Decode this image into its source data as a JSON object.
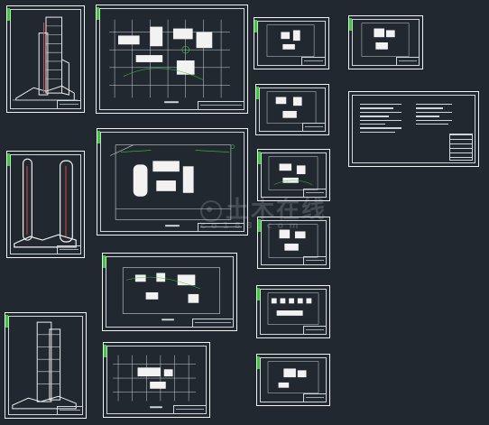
{
  "viewport": {
    "background": "#212830"
  },
  "colors": {
    "frame": "#f2f2f2",
    "line": "#cfd6da",
    "green": "#38c838",
    "red": "#e04848"
  },
  "watermark": {
    "text": "土木在线",
    "subtext": "co188.com"
  },
  "sheets": [
    {
      "id": "elevation-1",
      "kind": "elevation"
    },
    {
      "id": "elevation-2",
      "kind": "section"
    },
    {
      "id": "elevation-3",
      "kind": "elevation"
    },
    {
      "id": "site-plan-1",
      "kind": "site-plan"
    },
    {
      "id": "site-plan-2",
      "kind": "site-plan"
    },
    {
      "id": "floor-plan-1",
      "kind": "floor-plan"
    },
    {
      "id": "floor-plan-2",
      "kind": "floor-plan"
    },
    {
      "id": "small-plan-1",
      "kind": "floor-plan"
    },
    {
      "id": "small-plan-2",
      "kind": "floor-plan"
    },
    {
      "id": "small-plan-3",
      "kind": "floor-plan"
    },
    {
      "id": "small-plan-4",
      "kind": "floor-plan"
    },
    {
      "id": "small-plan-5",
      "kind": "floor-plan"
    },
    {
      "id": "small-plan-6",
      "kind": "floor-plan"
    },
    {
      "id": "small-plan-7",
      "kind": "floor-plan"
    },
    {
      "id": "tr-plan",
      "kind": "floor-plan"
    },
    {
      "id": "notes-sheet",
      "kind": "notes"
    }
  ]
}
